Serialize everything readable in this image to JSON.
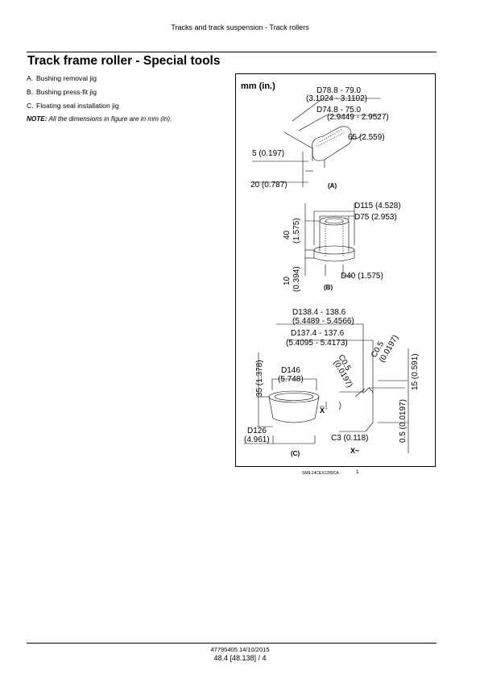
{
  "header": {
    "running_title": "Tracks and track suspension - Track rollers"
  },
  "section": {
    "title": "Track frame roller - Special tools"
  },
  "tools": [
    {
      "letter": "A.",
      "label": "Bushing removal jig"
    },
    {
      "letter": "B.",
      "label": "Bushing press-fit jig"
    },
    {
      "letter": "C.",
      "label": "Floating seal installation jig"
    }
  ],
  "note": {
    "prefix": "NOTE:",
    "text": "All the dimensions in figure are in mm (in)."
  },
  "figure": {
    "unit_label": "mm (in.)",
    "a": {
      "label": "(A)",
      "d1": "D78.8 - 79.0",
      "d1_in": "(3.1024 - 3.1102)",
      "d2": "D74.8 - 75.0",
      "d2_in": "(2.9449 - 2.9527)",
      "h65": "65 (2.559)",
      "h5": "5 (0.197)",
      "h20": "20 (0.787)"
    },
    "b": {
      "label": "(B)",
      "d115": "D115 (4.528)",
      "d75": "D75 (2.953)",
      "h40": "40",
      "h40_in": "(1.575)",
      "h10": "10",
      "h10_in": "(0.394)",
      "d40": "D40 (1.575)"
    },
    "c": {
      "label": "(C)",
      "d1384": "D138.4 - 138.6",
      "d1384_in": "(5.4489 - 5.4566)",
      "d1374": "D137.4 - 137.6",
      "d1374_in": "(5.4095 - 5.4173)",
      "d146": "D146",
      "d146_in": "(5.748)",
      "h35": "35 (1.378)",
      "d126": "D126",
      "d126_in": "(4.961)",
      "c05a": "C0.5",
      "c05a_in": "(0.0197)",
      "c05b": "C0.5",
      "c05b_in": "(0.0197)",
      "h15": "15 (0.591)",
      "h05": "0.5 (0.0197)",
      "c3": "C3 (0.118)",
      "x_label": "X",
      "x_detail": "X~"
    },
    "code": "SMIL14CEX1289CA",
    "number": "1"
  },
  "footer": {
    "doc_number": "47795405 14/10/2015",
    "page_ref": "48.4 [48.138] / 4"
  }
}
